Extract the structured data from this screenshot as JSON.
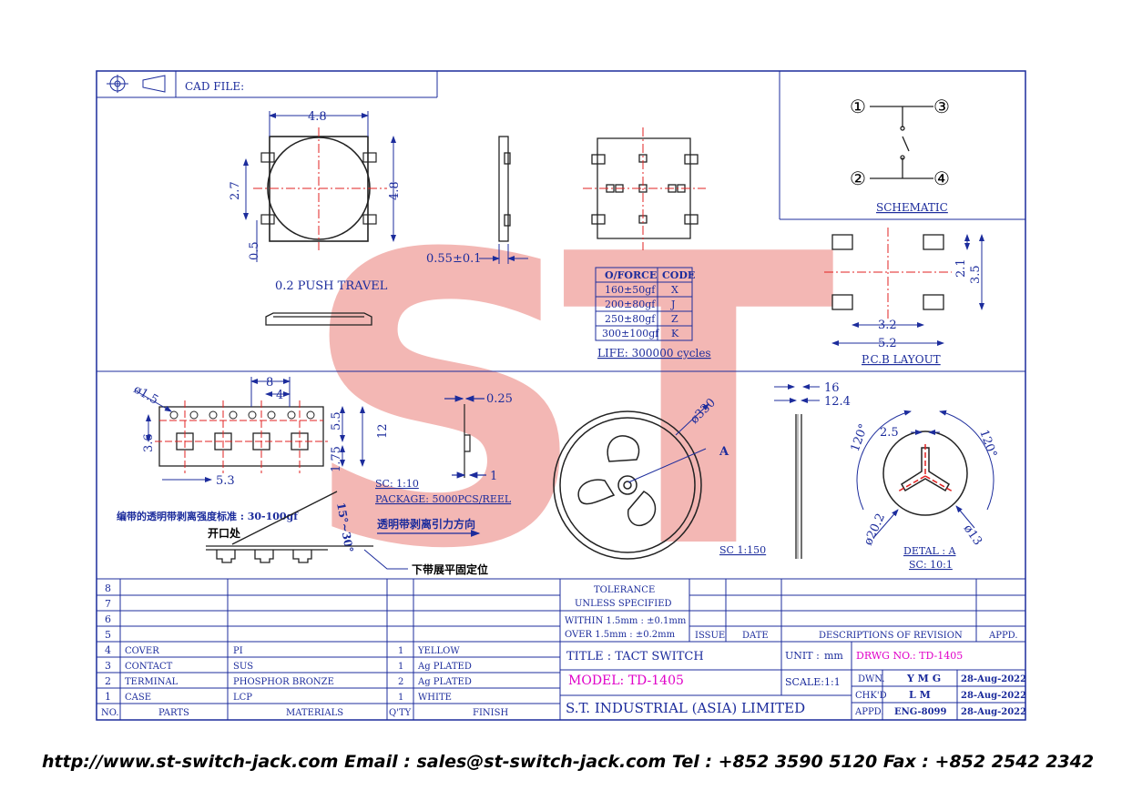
{
  "colors": {
    "frame": "#1c2c9c",
    "centerline": "#e02020",
    "watermark": "#f2b0ac",
    "model": "#e000c8",
    "outline": "#222222"
  },
  "header": {
    "cad_file": "CAD FILE:"
  },
  "views": {
    "top": {
      "dim_width": "4.8",
      "dim_height": "4.8",
      "dim_pad": "2.7",
      "dim_edge": "0.5"
    },
    "side": {
      "dim_thickness": "0.55±0.1"
    },
    "push_travel": "0.2  PUSH  TRAVEL"
  },
  "schematic": {
    "pins": [
      "①",
      "③",
      "②",
      "④"
    ],
    "label": "SCHEMATIC"
  },
  "pcb": {
    "dim_a": "2.1",
    "dim_b": "3.5",
    "dim_c": "3.2",
    "dim_d": "5.2",
    "label": "P.C.B  LAYOUT"
  },
  "force_table": {
    "headers": [
      "O/FORCE",
      "CODE"
    ],
    "rows": [
      [
        "160±50gf",
        "X"
      ],
      [
        "200±80gf",
        "J"
      ],
      [
        "250±80gf",
        "Z"
      ],
      [
        "300±100gf",
        "K"
      ]
    ],
    "life": "LIFE:  300000  cycles"
  },
  "tape": {
    "d_hole": "ø1.5",
    "pitch": "8",
    "pocket": "4",
    "w1": "3.6",
    "w2": "5.3",
    "w3": "5.5",
    "w4": "12",
    "w5": "1.75",
    "thick": "0.25",
    "depth": "1",
    "scale": "SC: 1:10",
    "package": "PACKAGE: 5000PCS/REEL"
  },
  "peel": {
    "standard": "编带的透明带剥离强度标准 : 30-100gf",
    "opening": "开口处",
    "direction": "透明带剥离引力方向",
    "angle": "15°~30°",
    "bottom": "下带展平固定位"
  },
  "reel": {
    "dia": "ø330",
    "mark": "A",
    "scale": "SC  1:150",
    "w_outer": "16",
    "w_inner": "12.4"
  },
  "detail": {
    "angle1": "120°",
    "angle2": "120°",
    "slot": "2.5",
    "dia1": "ø20.2",
    "dia2": "ø13",
    "label": "DETAL : A",
    "scale": "SC:  10:1"
  },
  "bom": {
    "rows": [
      {
        "no": "8",
        "part": "",
        "material": "",
        "qty": "",
        "finish": ""
      },
      {
        "no": "7",
        "part": "",
        "material": "",
        "qty": "",
        "finish": ""
      },
      {
        "no": "6",
        "part": "",
        "material": "",
        "qty": "",
        "finish": ""
      },
      {
        "no": "5",
        "part": "",
        "material": "",
        "qty": "",
        "finish": ""
      },
      {
        "no": "4",
        "part": "COVER",
        "material": "PI",
        "qty": "1",
        "finish": "YELLOW"
      },
      {
        "no": "3",
        "part": "CONTACT",
        "material": "SUS",
        "qty": "1",
        "finish": "Ag  PLATED"
      },
      {
        "no": "2",
        "part": "TERMINAL",
        "material": "PHOSPHOR  BRONZE",
        "qty": "2",
        "finish": "Ag  PLATED"
      },
      {
        "no": "1",
        "part": "CASE",
        "material": "LCP",
        "qty": "1",
        "finish": "WHITE"
      }
    ],
    "headers": {
      "no": "NO.",
      "part": "PARTS",
      "material": "MATERIALS",
      "qty": "Q'TY",
      "finish": "FINISH"
    }
  },
  "tolerance": {
    "title": "TOLERANCE",
    "sub": "UNLESS    SPECIFIED",
    "within": "WITHIN  1.5mm : ±0.1mm",
    "over": "OVER    1.5mm : ±0.2mm"
  },
  "revision": {
    "issue": "ISSUE",
    "date": "DATE",
    "desc": "DESCRIPTIONS  OF  REVISION",
    "appd": "APPD."
  },
  "title_block": {
    "title": "TITLE : TACT  SWITCH",
    "unit_label": "UNIT :",
    "unit_value": "mm",
    "drawing_no": "DRWG NO.: TD-1405",
    "model": "MODEL: TD-1405",
    "scale_label": "SCALE:",
    "scale_value": "1:1",
    "company": "S.T.  INDUSTRIAL  (ASIA)  LIMITED",
    "dwn_label": "DWN.",
    "dwn_name": "Y M G",
    "dwn_date": "28-Aug-2022",
    "chk_label": "CHK'D",
    "chk_name": "L M",
    "chk_date": "28-Aug-2022",
    "appd_label": "APPD.",
    "appd_name": "ENG-8099",
    "appd_date": "28-Aug-2022"
  },
  "watermark": "ST",
  "footer": "http://www.st-switch-jack.com  Email : sales@st-switch-jack.com  Tel : +852 3590 5120  Fax : +852 2542 2342"
}
